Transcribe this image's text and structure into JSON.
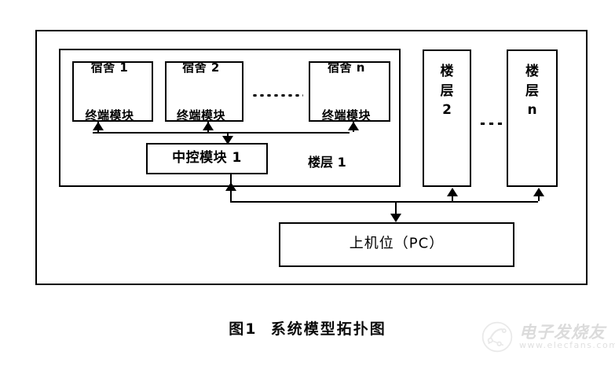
{
  "figure": {
    "caption": "图1  系统模型拓扑图"
  },
  "diagram": {
    "title": "系统模型拓扑图",
    "outer_frame_name": "system-boundary",
    "floor1": {
      "label": "楼层 1",
      "terminals": [
        {
          "line1": "宿舍 1",
          "line2": "终端模块"
        },
        {
          "line1": "宿舍 2",
          "line2": "终端模块"
        },
        {
          "line1": "宿舍 n",
          "line2": "终端模块"
        }
      ],
      "ellipsis": "·········",
      "controller": "中控模块 1"
    },
    "other_floors": [
      {
        "char1": "楼",
        "char2": "层",
        "char3": "2"
      },
      {
        "char1": "楼",
        "char2": "层",
        "char3": "n"
      }
    ],
    "floors_ellipsis": "···",
    "host": "上机位（PC）",
    "colors": {
      "line": "#000000",
      "text": "#000000",
      "background": "#ffffff"
    }
  },
  "watermark": {
    "brand": "电子发烧友",
    "url": "www.elecfans.com"
  }
}
